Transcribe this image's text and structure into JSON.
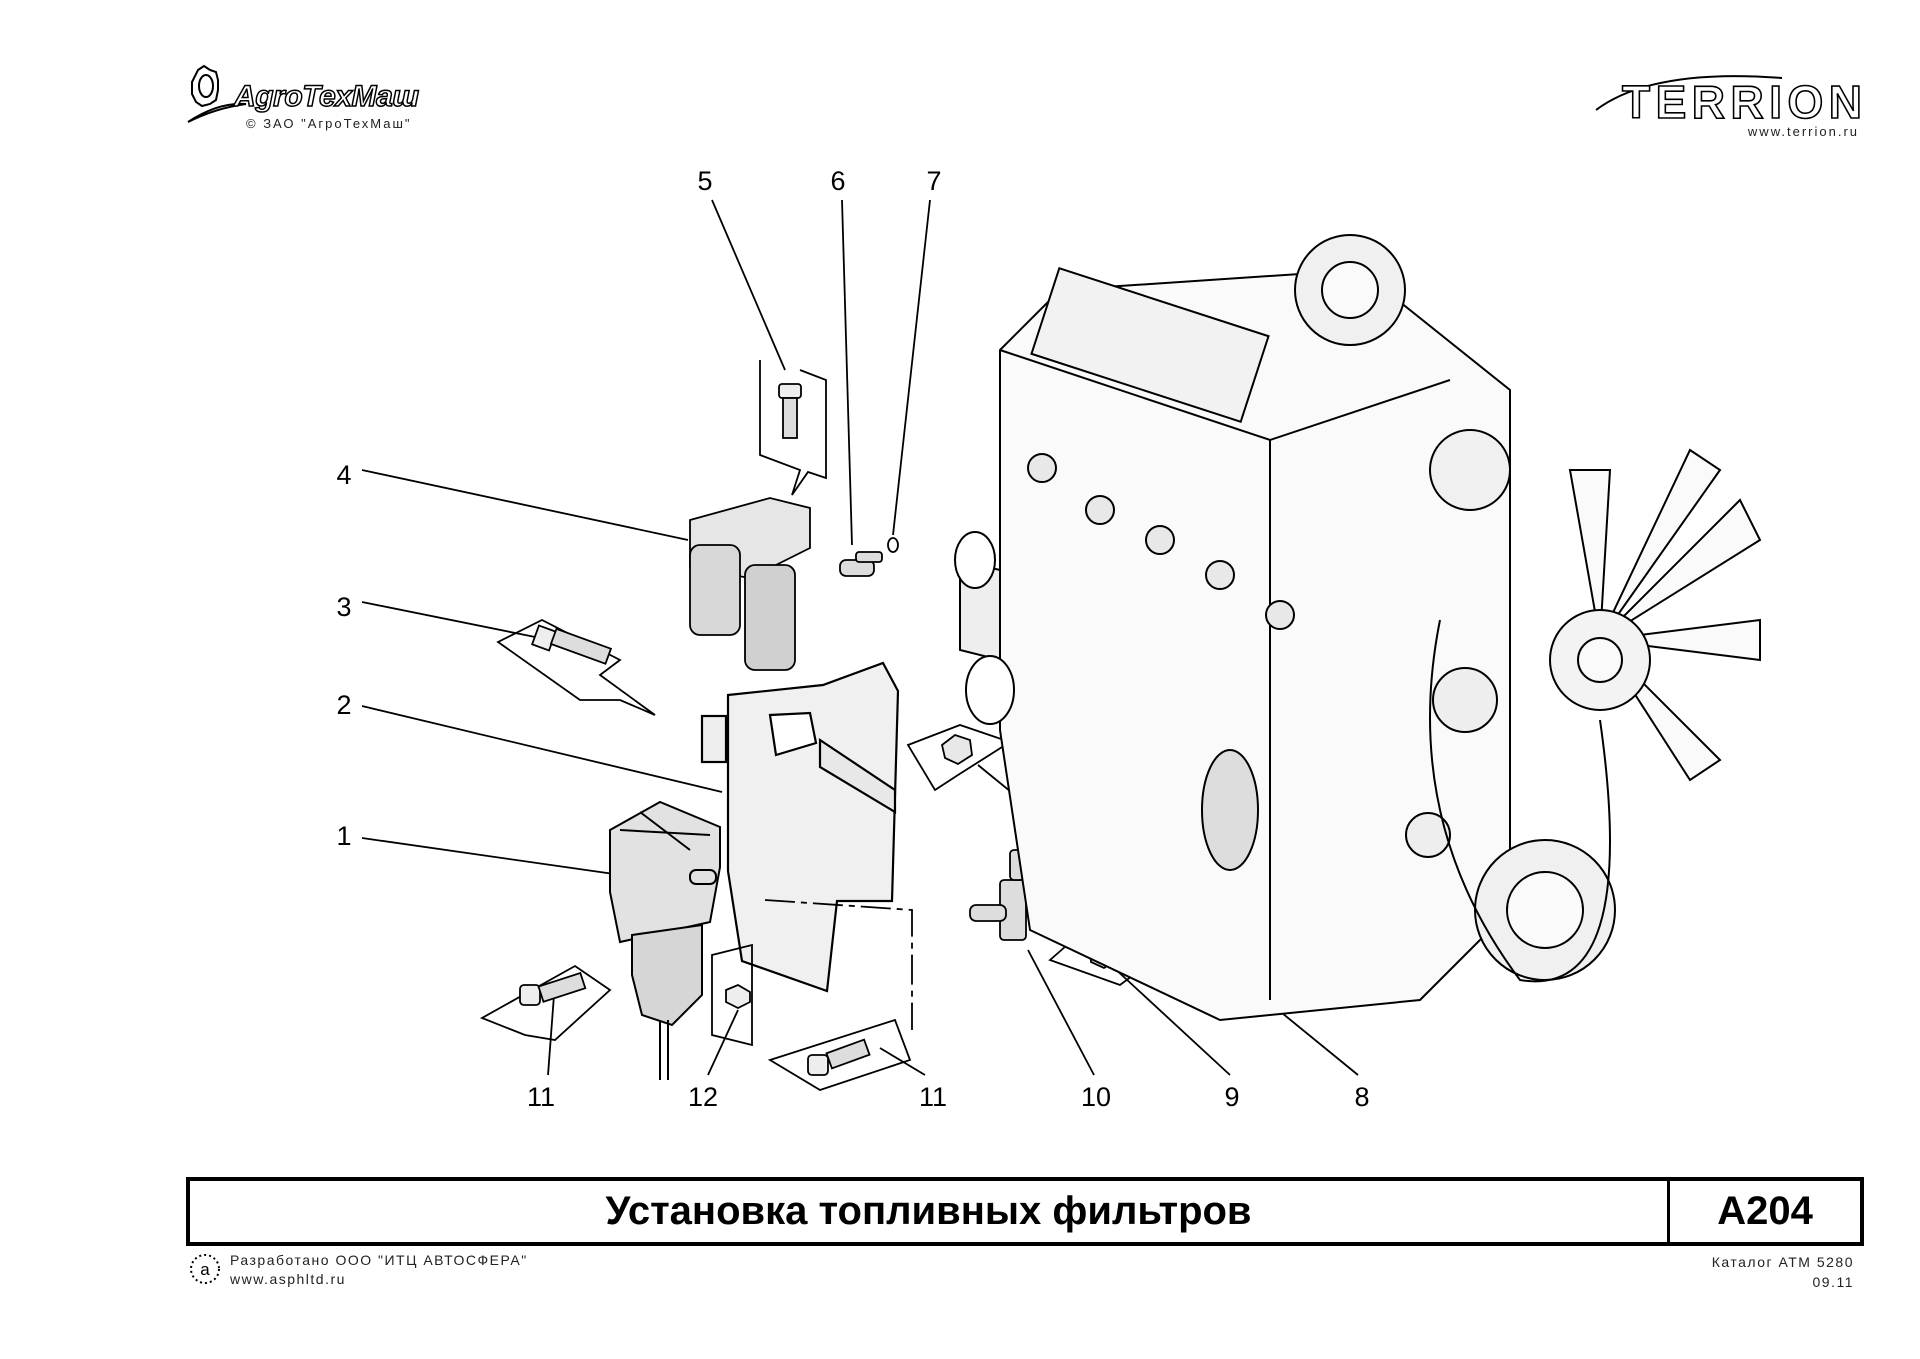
{
  "header": {
    "left_logo": {
      "name": "AgroTexMaш",
      "wordmark": "AgroTexMaш",
      "copyright": "© ЗАО \"АгроТехМаш\""
    },
    "right_logo": {
      "wordmark": "TERRION",
      "url": "www.terrion.ru"
    }
  },
  "callouts": {
    "c1": "1",
    "c2": "2",
    "c3": "3",
    "c4": "4",
    "c5": "5",
    "c6": "6",
    "c7": "7",
    "c8": "8",
    "c9": "9",
    "c10": "10",
    "c11a": "11",
    "c11b": "11",
    "c12": "12"
  },
  "title_block": {
    "title": "Установка топливных фильтров",
    "code": "A204"
  },
  "footer": {
    "developer": "Разработано ООО \"ИТЦ АВТОСФЕРА\"",
    "developer_url": "www.asphltd.ru",
    "catalog": "Каталог АТМ 5280",
    "date": "09.11"
  }
}
